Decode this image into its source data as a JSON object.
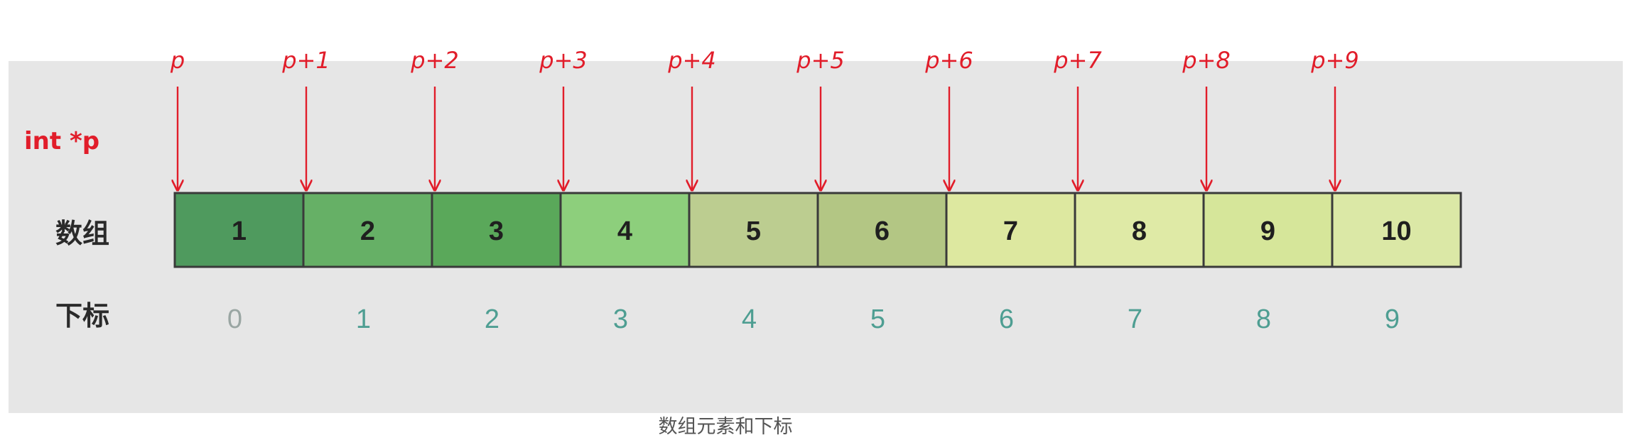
{
  "declaration": "int *p",
  "row_labels": {
    "array": "数组",
    "index": "下标"
  },
  "pointers": [
    "p",
    "p+1",
    "p+2",
    "p+3",
    "p+4",
    "p+5",
    "p+6",
    "p+7",
    "p+8",
    "p+9"
  ],
  "cells": [
    {
      "value": "1",
      "color": "#4f9a5e"
    },
    {
      "value": "2",
      "color": "#66b066"
    },
    {
      "value": "3",
      "color": "#5aa85a"
    },
    {
      "value": "4",
      "color": "#8dcf7c"
    },
    {
      "value": "5",
      "color": "#bccd90"
    },
    {
      "value": "6",
      "color": "#b3c684"
    },
    {
      "value": "7",
      "color": "#dde8a0"
    },
    {
      "value": "8",
      "color": "#dfeaa6"
    },
    {
      "value": "9",
      "color": "#d6e69a"
    },
    {
      "value": "10",
      "color": "#dbe8a6"
    }
  ],
  "indices": [
    "0",
    "1",
    "2",
    "3",
    "4",
    "5",
    "6",
    "7",
    "8",
    "9"
  ],
  "caption": "数组元素和下标",
  "colors": {
    "pointer": "#e11d2a",
    "cell_border": "#3a3a3a",
    "panel_bg": "#e6e6e6",
    "index_text": "#4e9e92"
  }
}
